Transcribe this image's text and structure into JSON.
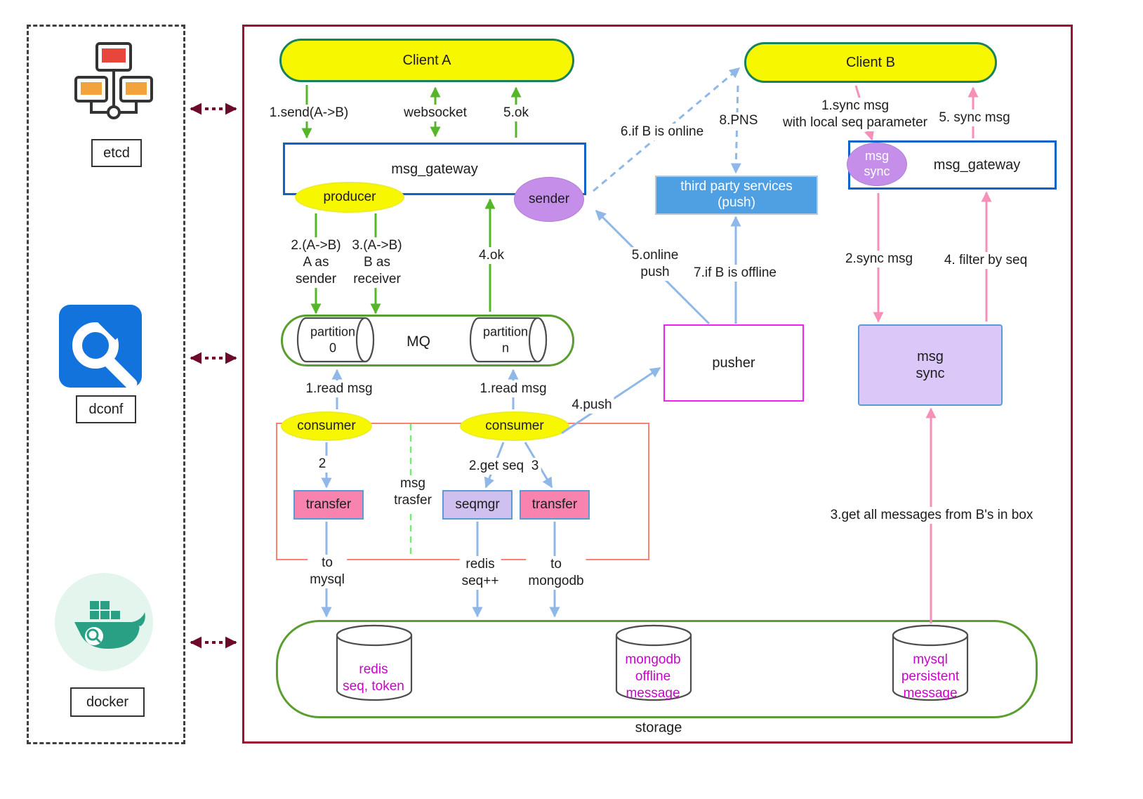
{
  "colors": {
    "main_border": "#9b1134",
    "yellow_node": "#f7f700",
    "client_border": "#17825c",
    "gateway_border": "#0e63c6",
    "purple_node": "#c58ee8",
    "third_party_fill": "#4f9fe3",
    "pusher_border": "#f320f3",
    "msg_sync_fill": "#dcc8f8",
    "transfer_fill": "#f783ae",
    "seqmgr_fill": "#cfc0f0",
    "group_border_red": "#ff8173",
    "container_green": "#5a9e32",
    "arrow_green": "#56b62a",
    "arrow_blue": "#8fb8e8",
    "arrow_pink": "#f78fb8",
    "link_maroon": "#6d0a2a",
    "db_text": "#cc00cc"
  },
  "sidebar": {
    "etcd_label": "etcd",
    "dconf_label": "dconf",
    "docker_label": "docker"
  },
  "nodes": {
    "client_a": "Client A",
    "client_b": "Client B",
    "msg_gateway": "msg_gateway",
    "producer": "producer",
    "sender": "sender",
    "consumer": "consumer",
    "third_party_services": "third party services\n(push)",
    "msg_sync": "msg\nsync",
    "mq": "MQ",
    "partition_0": "partition\n0",
    "partition_n": "partition\nn",
    "pusher": "pusher",
    "transfer": "transfer",
    "seqmgr": "seqmgr",
    "storage": "storage"
  },
  "databases": {
    "redis": "redis\nseq, token",
    "mongodb": "mongodb\noffline\nmessage",
    "mysql": "mysql\npersistent\nmessage"
  },
  "flow_labels": {
    "send_ab": "1.send(A->B)",
    "websocket": "websocket",
    "ok_5": "5.ok",
    "a_as_sender": "2.(A->B)\nA as\nsender",
    "b_as_receiver": "3.(A->B)\nB as\nreceiver",
    "ok_4": "4.ok",
    "if_b_online": "6.if B is online",
    "pns": "8.PNS",
    "online_push": "5.online\npush",
    "if_b_offline": "7.if B is offline",
    "sync_msg_1": "1.sync msg\nwith local seq parameter",
    "sync_msg_5": "5. sync msg",
    "sync_msg_2": "2.sync msg",
    "filter_by_seq": "4. filter by seq",
    "read_msg": "1.read msg",
    "push_4": "4.push",
    "step_2": "2",
    "get_seq": "2.get seq",
    "step_3": "3",
    "msg_trasfer": "msg\ntrasfer",
    "to_mysql": "to\nmysql",
    "redis_seq": "redis\nseq++",
    "to_mongodb": "to\nmongodb",
    "get_all_messages": "3.get all messages from B's in box"
  }
}
